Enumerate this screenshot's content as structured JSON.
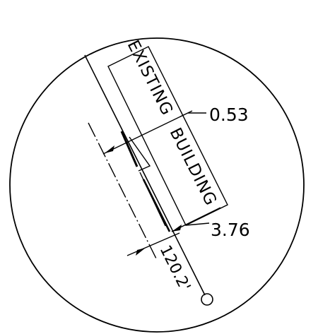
{
  "labels": {
    "existing": "EXISTING",
    "building": "BUILDING"
  },
  "dimensions": {
    "offset_top": "0.53",
    "offset_bottom": "3.76",
    "distance": "120.2'"
  },
  "colors": {
    "ink": "#000000",
    "paper": "#ffffff"
  }
}
